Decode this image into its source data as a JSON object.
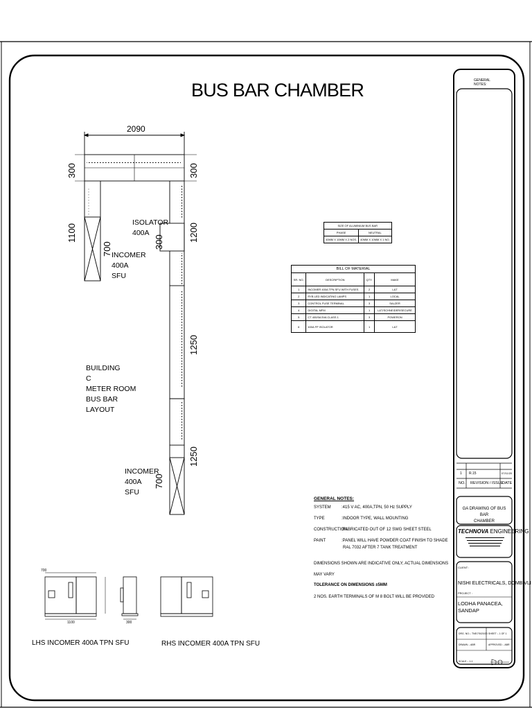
{
  "title": "BUS BAR CHAMBER",
  "dims": {
    "top_width": "2090",
    "left_top": "300",
    "right_top": "300",
    "left_vertical": "1100",
    "left_incomer": "700",
    "right_upper": "1200",
    "isolator_width": "300",
    "right_mid": "1250",
    "right_lower": "1250",
    "bottom_incomer": "700"
  },
  "labels": {
    "isolator": [
      "ISOLATOR",
      "400A"
    ],
    "incomer_top": [
      "INCOMER",
      "400A",
      "SFU"
    ],
    "building": [
      "BUILDING",
      "C",
      "METER ROOM",
      "BUS BAR",
      "LAYOUT"
    ],
    "incomer_bottom": [
      "INCOMER",
      "400A",
      "SFU"
    ]
  },
  "busbar_table": {
    "header": "SIZE OF ALUMINIUM BUS BAR",
    "cols": [
      "PHASE",
      "NEUTRAL"
    ],
    "row": [
      "40MM X 10MM X 2 NOS.",
      "40MM X 10MM X 1 NO."
    ]
  },
  "bom": {
    "title": "BILL OF MATERIAL",
    "cols": [
      "SR. NO.",
      "DESCRIPTION",
      "QTY.",
      "MAKE"
    ],
    "rows": [
      [
        "1",
        "INCOMER 400A TPN SFU WITH FUSES",
        "2",
        "L&T"
      ],
      [
        "2",
        "RYB LED INDICATING LAMPS",
        "1",
        "LOCAL"
      ],
      [
        "3",
        "CONTROL FUSE TERMINAL",
        "3",
        "SALZER"
      ],
      [
        "4",
        "DIGITAL MFM",
        "1",
        "L&T/SCHNEIDER/SECURE"
      ],
      [
        "5",
        "CT 400/5A 5VA CLASS 1",
        "3",
        "POWERON"
      ],
      [
        "6",
        "400A FP ISOLATOR",
        "1",
        "L&T"
      ]
    ]
  },
  "notes": {
    "heading": "GENERAL NOTES:",
    "system_k": "SYSTEM",
    "system_v": ":415 V AC, 400A,TPN, 50 Hz SUPPLY",
    "type_k": "TYPE",
    "type_v": ":INDOOR TYPE, WALL MOUNTING",
    "construction_k": "CONSTRUCTION",
    "construction_v": ":FABRICATED OUT OF 12 SWG SHEET STEEL",
    "paint_k": "PAINT",
    "paint_v1": ":PANEL WILL HAVE POWDER COAT FINISH TO SHADE",
    "paint_v2": "RAL 7032 AFTER 7 TANK TREATMENT",
    "dim1": "DIMENSIONS SHOWN ARE INDICATIVE ONLY, ACTUAL DIMENSIONS",
    "dim2": "MAY VARY",
    "tolerance": "TOLERANCE ON DIMENSIONS ±5MM",
    "earth": "2 NOS. EARTH TERMINALS OF M 8 BOLT WILL BE PROVIDED"
  },
  "panels": {
    "lhs": "LHS INCOMER 400A TPN SFU",
    "rhs": "RHS INCOMER 400A TPN SFU",
    "lhs_width": "700",
    "lhs_bottom": "1100",
    "side_bottom": "300"
  },
  "title_block": {
    "general_notes": [
      "GENERAL",
      "NOTES:"
    ],
    "rev_no": "1",
    "rev_desc": "R.15",
    "rev_date": "07/11/20",
    "rev_headers": [
      "NO.",
      "REVISION / ISSUE",
      "DATE"
    ],
    "drawing_title": [
      "GA DRAWING OF BUS BAR",
      "CHAMBER"
    ],
    "company_a": "TECHNOVA",
    "company_b": " ENGINEERING",
    "client_label": "CLIENT :",
    "client": "NISHI ELECTRICALS, DOMBIVLI",
    "project_label": "PROJECT :",
    "project": [
      "LODHA PANACEA,",
      "SANDAP"
    ],
    "dwg_no": "DRG. NO.:- TNE/7/5/20/20",
    "sheet": "SHEET :- 1 OF 1",
    "drawn": "DRAWN :- ABR",
    "approved": "APPROVED :- ABR",
    "scale": "SCALE :- 1:1"
  }
}
